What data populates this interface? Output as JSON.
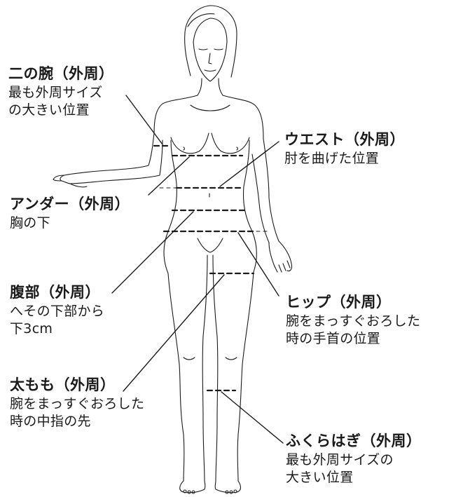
{
  "labels": {
    "upper_arm": {
      "title": "二の腕（外周）",
      "lines": [
        "最も外周サイズ",
        "の大きい位置"
      ]
    },
    "waist": {
      "title": "ウエスト（外周）",
      "lines": [
        "肘を曲げた位置"
      ]
    },
    "under_bust": {
      "title": "アンダー（外周）",
      "lines": [
        "胸の下"
      ]
    },
    "abdomen": {
      "title": "腹部（外周）",
      "lines": [
        "へその下部から",
        "下3cm"
      ]
    },
    "hip": {
      "title": "ヒップ（外周）",
      "lines": [
        "腕をまっすぐおろした",
        "時の手首の位置"
      ]
    },
    "thigh": {
      "title": "太もも（外周）",
      "lines": [
        "腕をまっすぐおろした",
        "時の中指の先"
      ]
    },
    "calf": {
      "title": "ふくらはぎ（外周）",
      "lines": [
        "最も外周サイズの",
        "大きい位置"
      ]
    }
  },
  "colors": {
    "line": "#1a1a1a",
    "text": "#1a1a1a"
  }
}
